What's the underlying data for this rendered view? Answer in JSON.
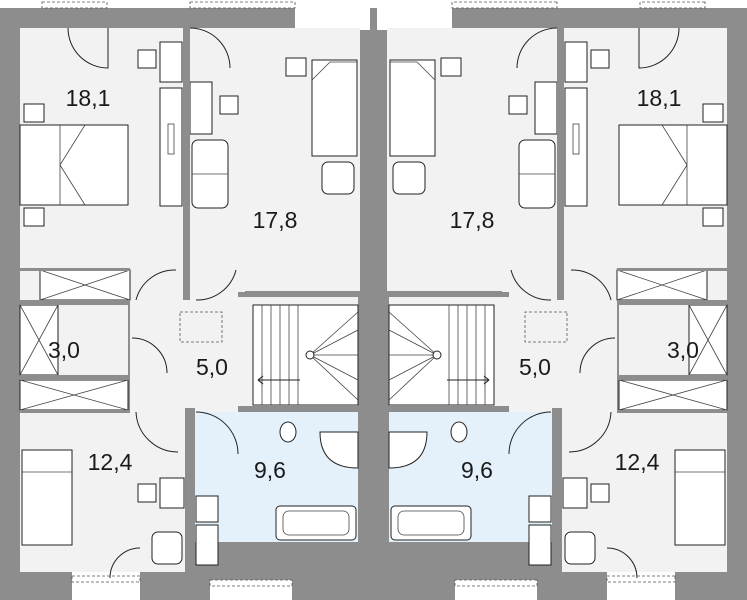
{
  "rooms": {
    "left_bedroom_large": "18,1",
    "left_bedroom_office": "17,8",
    "left_closet": "3,0",
    "left_hall": "5,0",
    "left_bedroom_small": "12,4",
    "left_bathroom": "9,6",
    "right_bedroom_large": "18,1",
    "right_bedroom_office": "17,8",
    "right_closet": "3,0",
    "right_hall": "5,0",
    "right_bedroom_small": "12,4",
    "right_bathroom": "9,6"
  },
  "colors": {
    "wall": "#8d8d8d",
    "floor": "#f2f2f2",
    "bathroom": "#e4f1fa"
  }
}
